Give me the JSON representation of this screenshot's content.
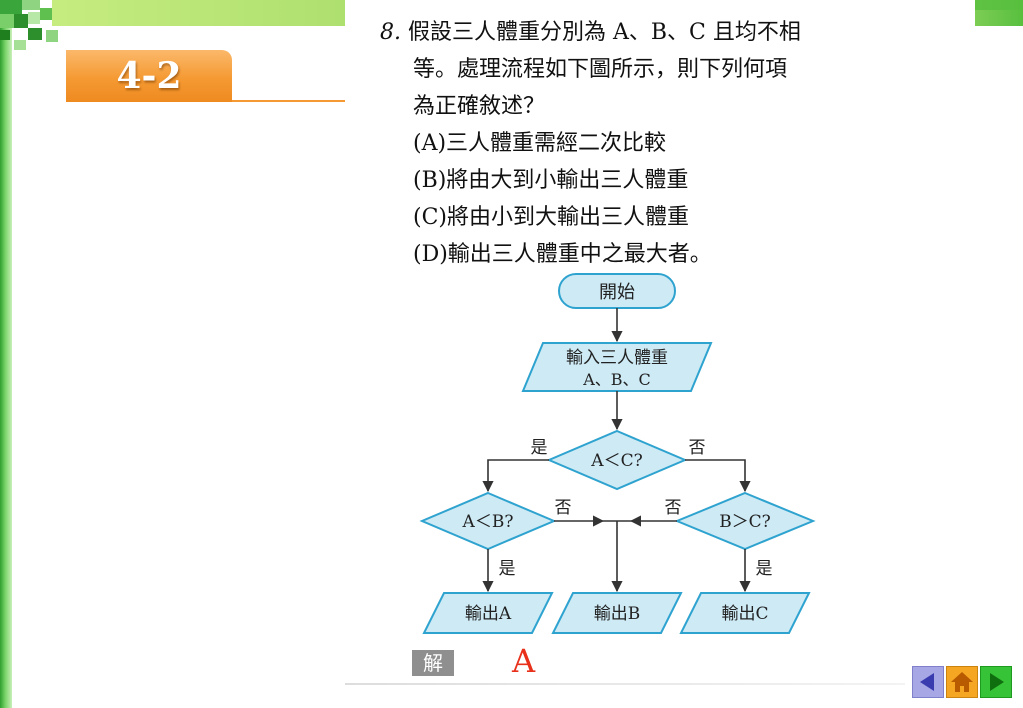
{
  "section_badge": "4-2",
  "question": {
    "number": "8.",
    "lines": [
      "假設三人體重分別為 A、B、C 且均不相",
      "等。處理流程如下圖所示，則下列何項",
      "為正確敘述？"
    ],
    "options": [
      "(A)三人體重需經二次比較",
      "(B)將由大到小輸出三人體重",
      "(C)將由小到大輸出三人體重",
      "(D)輸出三人體重中之最大者。"
    ]
  },
  "flowchart": {
    "start": "開始",
    "input_line1": "輸入三人體重",
    "input_line2": "A、B、C",
    "decision_top": "A＜C?",
    "decision_left": "A＜B?",
    "decision_right": "B＞C?",
    "yes": "是",
    "no": "否",
    "output_a": "輸出A",
    "output_b": "輸出B",
    "output_c": "輸出C"
  },
  "answer_label": "解",
  "answer": "A",
  "colors": {
    "shape_fill": "#cdeaf5",
    "shape_stroke": "#2fa3cf",
    "badge": "#f59a33",
    "answer": "#e8301a"
  },
  "nav_icons": [
    "prev-arrow-icon",
    "home-icon",
    "next-arrow-icon"
  ]
}
